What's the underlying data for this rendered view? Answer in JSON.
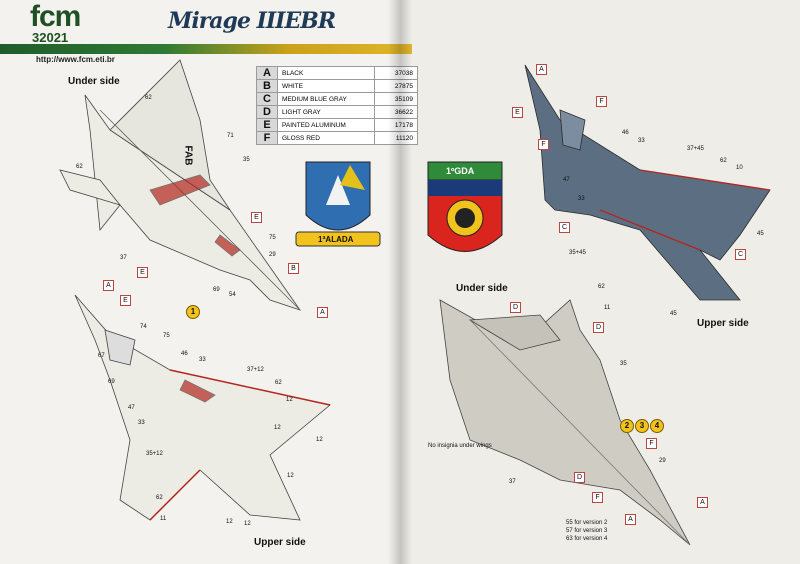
{
  "header": {
    "logo": "fcm",
    "logo_number": "32021",
    "url": "http://www.fcm.eti.br",
    "title": "Mirage IIIEBR"
  },
  "color_table": [
    {
      "letter": "A",
      "name": "BLACK",
      "code": "37038"
    },
    {
      "letter": "B",
      "name": "WHITE",
      "code": "27875"
    },
    {
      "letter": "C",
      "name": "MEDIUM BLUE GRAY",
      "code": "35109"
    },
    {
      "letter": "D",
      "name": "LIGHT GRAY",
      "code": "36622"
    },
    {
      "letter": "E",
      "name": "PAINTED ALUMINUM",
      "code": "17178"
    },
    {
      "letter": "F",
      "name": "GLOSS RED",
      "code": "11120"
    }
  ],
  "labels": {
    "left_under": "Under side",
    "left_upper": "Upper side",
    "right_under": "Under side",
    "right_upper": "Upper side",
    "no_insignia": "No insignia under wings"
  },
  "badges": {
    "v1": "1",
    "v2": "2",
    "v3": "3",
    "v4": "4"
  },
  "emblems": {
    "ala_text": "1ªALADA",
    "gda_text": "1ºGDA"
  },
  "aircraft_marking": "FAB",
  "versions_note": [
    "55 for version 2",
    "57 for version 3",
    "63 for version 4"
  ],
  "callouts": {
    "c62a": "62",
    "c71": "71",
    "c35a": "35",
    "c62b": "62",
    "c37a": "37",
    "c75a": "75",
    "c29a": "29",
    "c69a": "69",
    "c54": "54",
    "c74": "74",
    "c75b": "75",
    "c67": "67",
    "c69b": "69",
    "c46a": "46",
    "c33a": "33",
    "c3712": "37+12",
    "c62c": "62",
    "c12a": "12",
    "c47a": "47",
    "c33b": "33",
    "c12b": "12",
    "c12c": "12",
    "c3512": "35+12",
    "c12d": "12",
    "c62d": "62",
    "c11a": "11",
    "c12e": "12",
    "c12f": "12",
    "c46b": "46",
    "c33c": "33",
    "c3745a": "37+45",
    "c62e": "62",
    "c10": "10",
    "c47b": "47",
    "c33d": "33",
    "c45a": "45",
    "c3545": "35+45",
    "c62f": "62",
    "c11b": "11",
    "c45b": "45",
    "c35b": "35",
    "c37b": "37",
    "c29b": "29"
  },
  "colors": {
    "blue_gray": "#5c6f82",
    "light_gray": "#cfccc3",
    "white_plane": "#ecebe4",
    "red": "#b3261e",
    "yellow": "#f2c21d"
  }
}
